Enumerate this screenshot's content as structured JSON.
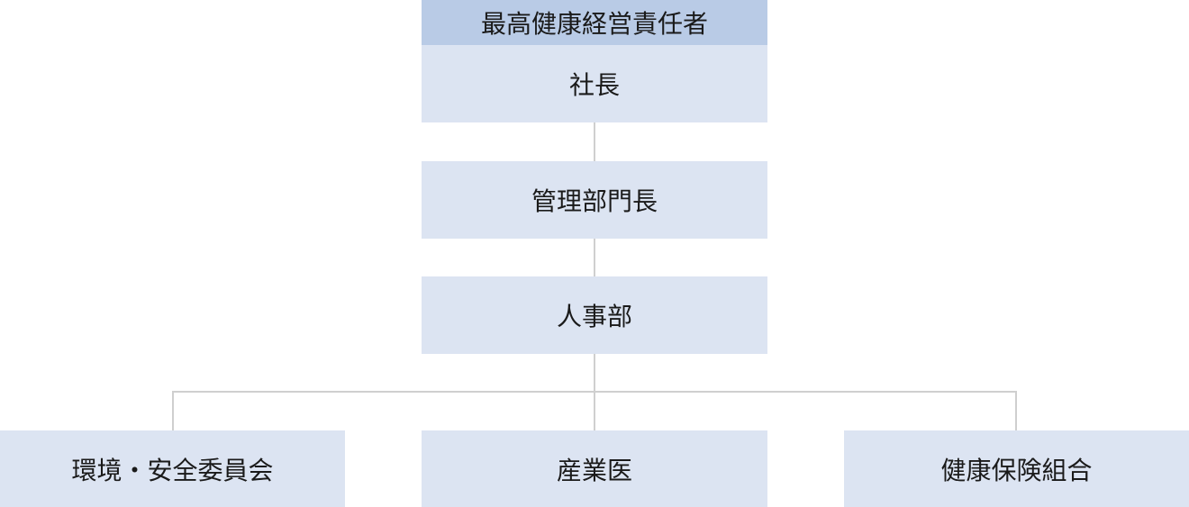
{
  "diagram": {
    "header": {
      "label": "最高健康経営責任者"
    },
    "top_node": {
      "label": "社長"
    },
    "chain": [
      {
        "label": "管理部門長"
      },
      {
        "label": "人事部"
      }
    ],
    "children": [
      {
        "label": "環境・安全委員会"
      },
      {
        "label": "産業医"
      },
      {
        "label": "健康保険組合"
      }
    ],
    "colors": {
      "header_fill": "#b9cbe6",
      "node_fill": "#dce4f2",
      "connector": "#cfcfcf",
      "text": "#1a1a1a"
    }
  }
}
